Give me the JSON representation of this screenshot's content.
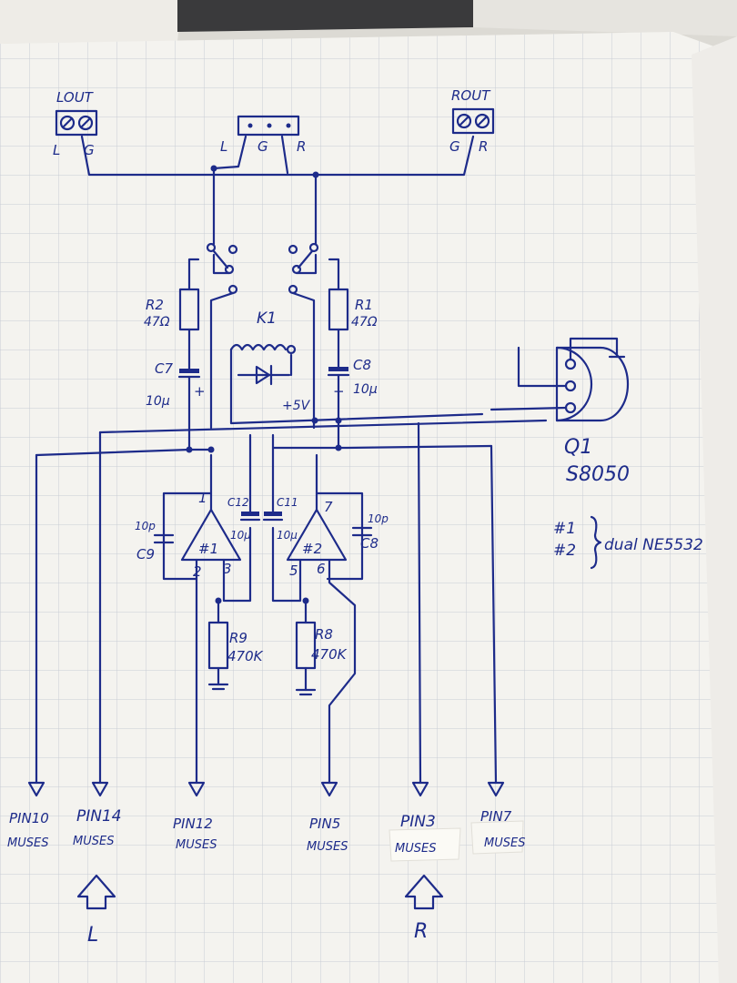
{
  "connectors": {
    "lout": {
      "title": "LOUT",
      "pin1": "L",
      "pin2": "G"
    },
    "rout": {
      "title": "ROUT",
      "pin1": "G",
      "pin2": "R"
    },
    "input": {
      "pin1": "L",
      "pin2": "G",
      "pin3": "R"
    }
  },
  "relay": {
    "name": "K1",
    "supply": "+5V"
  },
  "resistors": {
    "r1": {
      "name": "R1",
      "value": "47Ω"
    },
    "r2": {
      "name": "R2",
      "value": "47Ω"
    },
    "r8": {
      "name": "R8",
      "value": "470K"
    },
    "r9": {
      "name": "R9",
      "value": "470K"
    }
  },
  "capacitors": {
    "c7": {
      "name": "C7",
      "value": "10µ"
    },
    "c8_top": {
      "name": "C8",
      "value": "10µ"
    },
    "c9": {
      "name": "C9",
      "value": "10p"
    },
    "c8_bottom": {
      "name": "C8",
      "value": "10p"
    },
    "c11": {
      "name": "C11",
      "value": "10µ"
    },
    "c12": {
      "name": "C12",
      "value": "10µ"
    }
  },
  "opamps": {
    "u1": {
      "name": "#1",
      "pin_out": "1",
      "pin_a": "2",
      "pin_b": "3"
    },
    "u2": {
      "name": "#2",
      "pin_out": "7",
      "pin_a": "5",
      "pin_b": "6"
    }
  },
  "transistor": {
    "name": "Q1",
    "part": "S8050"
  },
  "note": {
    "line1": "#1",
    "line2": "#2",
    "text": "dual NE5532"
  },
  "pins": [
    {
      "pin": "PIN10",
      "label": "MUSES"
    },
    {
      "pin": "PIN14",
      "label": "MUSES"
    },
    {
      "pin": "PIN12",
      "label": "MUSES"
    },
    {
      "pin": "PIN5",
      "label": "MUSES"
    },
    {
      "pin": "PIN3",
      "label": "MUSES"
    },
    {
      "pin": "PIN7",
      "label": "MUSES"
    }
  ],
  "arrows": {
    "left": "L",
    "right": "R"
  },
  "colors": {
    "ink": "#1d2b8a",
    "paper": "#f4f3ef",
    "grid": "#c9ccd4"
  }
}
